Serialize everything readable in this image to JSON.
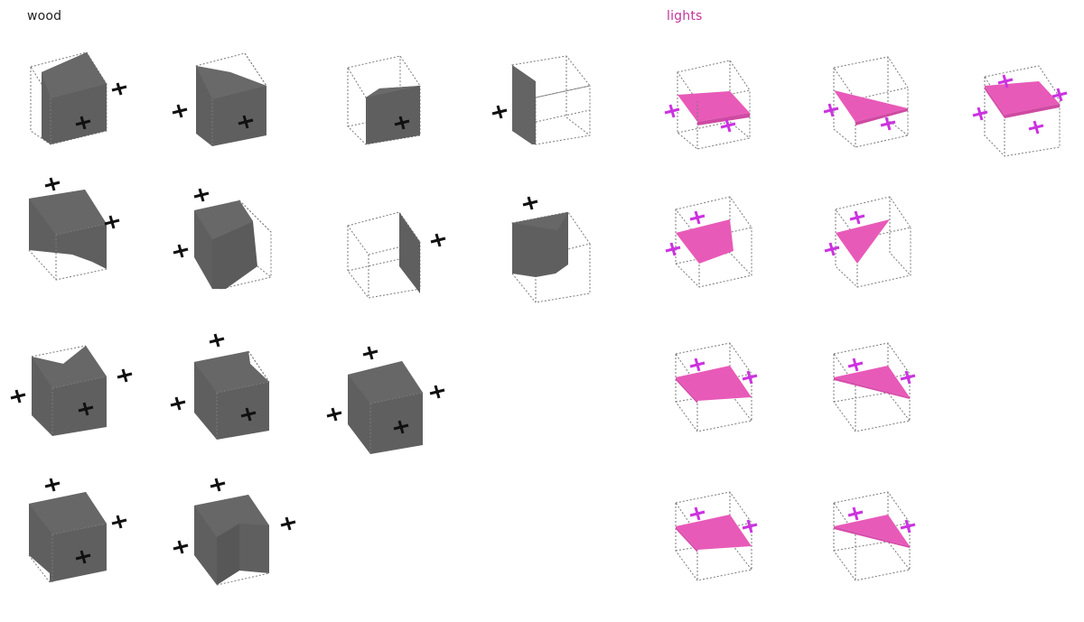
{
  "sections": {
    "wood": {
      "label": "wood",
      "color": "#222222",
      "fill": "#5f5f5f"
    },
    "lights": {
      "label": "lights",
      "color": "#c2359a",
      "fill": "#e85ab8"
    }
  },
  "wood_items": [
    {
      "row": 1,
      "col": 1,
      "shape": "cube-cut-top"
    },
    {
      "row": 1,
      "col": 2,
      "shape": "cube-sloped-top"
    },
    {
      "row": 1,
      "col": 3,
      "shape": "partial-front-block"
    },
    {
      "row": 1,
      "col": 4,
      "shape": "side-panel"
    },
    {
      "row": 2,
      "col": 1,
      "shape": "cube-cut-bottom"
    },
    {
      "row": 2,
      "col": 2,
      "shape": "tall-prism"
    },
    {
      "row": 2,
      "col": 3,
      "shape": "center-panel"
    },
    {
      "row": 2,
      "col": 4,
      "shape": "block-chamfered"
    },
    {
      "row": 3,
      "col": 1,
      "shape": "cube-notched-top"
    },
    {
      "row": 3,
      "col": 2,
      "shape": "cube-notched-corner"
    },
    {
      "row": 3,
      "col": 3,
      "shape": "full-cube"
    },
    {
      "row": 4,
      "col": 1,
      "shape": "cube-cut-bottom-left"
    },
    {
      "row": 4,
      "col": 2,
      "shape": "cube-notched-bottom"
    }
  ],
  "lights_items": [
    {
      "row": 1,
      "col": 1,
      "shape": "quad-plane"
    },
    {
      "row": 1,
      "col": 2,
      "shape": "triangle-plane"
    },
    {
      "row": 1,
      "col": 3,
      "shape": "full-plane"
    },
    {
      "row": 2,
      "col": 1,
      "shape": "trapezoid-plane"
    },
    {
      "row": 2,
      "col": 2,
      "shape": "triangle-down-plane"
    },
    {
      "row": 3,
      "col": 1,
      "shape": "quad-plane-tilted"
    },
    {
      "row": 3,
      "col": 2,
      "shape": "triangle-plane-tilted"
    },
    {
      "row": 4,
      "col": 1,
      "shape": "quad-plane-tilted"
    },
    {
      "row": 4,
      "col": 2,
      "shape": "triangle-plane-tilted"
    }
  ]
}
